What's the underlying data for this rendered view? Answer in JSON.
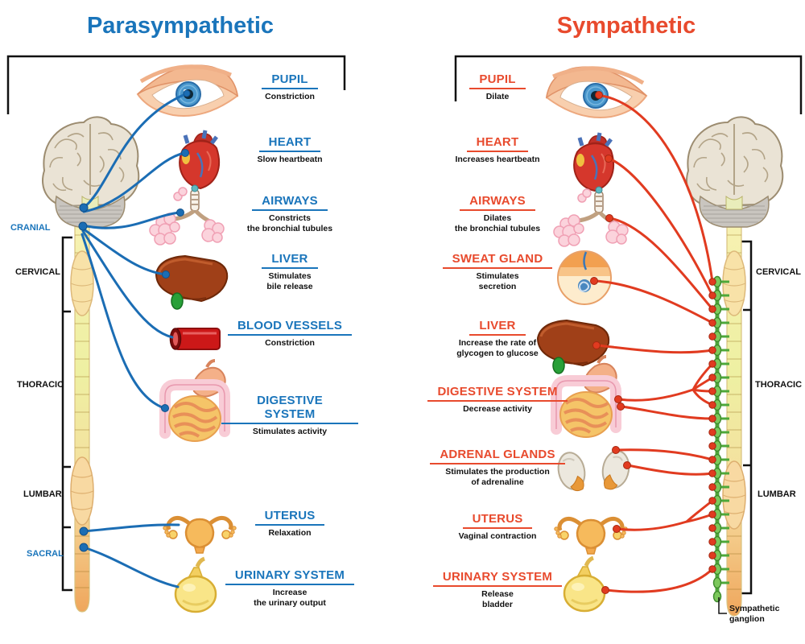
{
  "titles": {
    "parasympathetic": "Parasympathetic",
    "sympathetic": "Sympathetic"
  },
  "colors": {
    "parasympathetic_accent": "#1a75bb",
    "sympathetic_accent": "#e84a2d",
    "nerve_blue": "#1b6db4",
    "nerve_red": "#e13b20",
    "ganglion_green": "#4ea83a",
    "text": "#111111"
  },
  "parasympathetic": {
    "items": [
      {
        "organ": "pupil",
        "title": "PUPIL",
        "desc": "Constriction"
      },
      {
        "organ": "heart",
        "title": "HEART",
        "desc": "Slow heartbeatn"
      },
      {
        "organ": "airways",
        "title": "AIRWAYS",
        "desc": "Constricts\nthe bronchial tubules"
      },
      {
        "organ": "liver",
        "title": "LIVER",
        "desc": "Stimulates\nbile release"
      },
      {
        "organ": "blood-vessels",
        "title": "BLOOD VESSELS",
        "desc": "Constriction"
      },
      {
        "organ": "digestive-system",
        "title": "DIGESTIVE SYSTEM",
        "desc": "Stimulates activity"
      },
      {
        "organ": "uterus",
        "title": "UTERUS",
        "desc": "Relaxation"
      },
      {
        "organ": "urinary-system",
        "title": "URINARY SYSTEM",
        "desc": "Increase\nthe urinary output"
      }
    ],
    "spine": [
      {
        "label": "CRANIAL"
      },
      {
        "label": "CERVICAL"
      },
      {
        "label": "THORACIC"
      },
      {
        "label": "LUMBAR"
      },
      {
        "label": "SACRAL"
      }
    ]
  },
  "sympathetic": {
    "items": [
      {
        "organ": "pupil",
        "title": "PUPIL",
        "desc": "Dilate"
      },
      {
        "organ": "heart",
        "title": "HEART",
        "desc": "Increases heartbeatn"
      },
      {
        "organ": "airways",
        "title": "AIRWAYS",
        "desc": "Dilates\nthe bronchial tubules"
      },
      {
        "organ": "sweat-gland",
        "title": "SWEAT GLAND",
        "desc": "Stimulates\nsecretion"
      },
      {
        "organ": "liver",
        "title": "LIVER",
        "desc": "Increase the rate of\nglycogen to glucose"
      },
      {
        "organ": "digestive-system",
        "title": "DIGESTIVE SYSTEM",
        "desc": "Decrease activity"
      },
      {
        "organ": "adrenal-glands",
        "title": "ADRENAL GLANDS",
        "desc": "Stimulates the production\nof adrenaline"
      },
      {
        "organ": "uterus",
        "title": "UTERUS",
        "desc": "Vaginal contraction"
      },
      {
        "organ": "urinary-system",
        "title": "URINARY SYSTEM",
        "desc": "Release\nbladder"
      }
    ],
    "spine": [
      {
        "label": "CERVICAL"
      },
      {
        "label": "THORACIC"
      },
      {
        "label": "LUMBAR"
      }
    ],
    "ganglion_label": "Sympathetic\nganglion"
  }
}
